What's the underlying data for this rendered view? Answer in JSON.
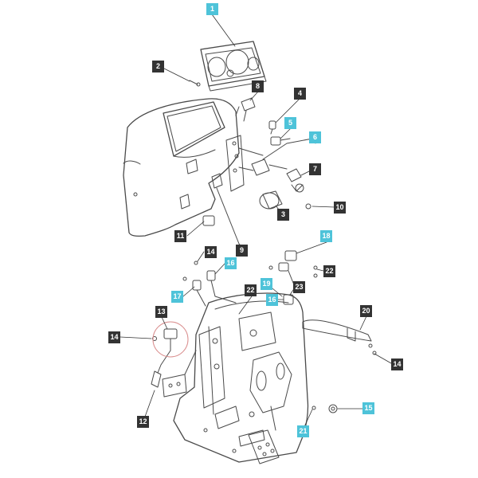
{
  "colors": {
    "callout_dark": "#333333",
    "callout_accent": "#4ec3d9",
    "line": "#4a4a4a",
    "highlight_ring": "#d98c8c"
  },
  "callouts": [
    {
      "id": "c1",
      "label": "1",
      "style": "accent"
    },
    {
      "id": "c2",
      "label": "2",
      "style": "dark"
    },
    {
      "id": "c8",
      "label": "8",
      "style": "dark"
    },
    {
      "id": "c4",
      "label": "4",
      "style": "dark"
    },
    {
      "id": "c5",
      "label": "5",
      "style": "accent"
    },
    {
      "id": "c6",
      "label": "6",
      "style": "accent"
    },
    {
      "id": "c7",
      "label": "7",
      "style": "dark"
    },
    {
      "id": "c10",
      "label": "10",
      "style": "dark"
    },
    {
      "id": "c3",
      "label": "3",
      "style": "dark"
    },
    {
      "id": "c11",
      "label": "11",
      "style": "dark"
    },
    {
      "id": "c9",
      "label": "9",
      "style": "dark"
    },
    {
      "id": "c14a",
      "label": "14",
      "style": "dark"
    },
    {
      "id": "c16a",
      "label": "16",
      "style": "accent"
    },
    {
      "id": "c18",
      "label": "18",
      "style": "accent"
    },
    {
      "id": "c22a",
      "label": "22",
      "style": "dark"
    },
    {
      "id": "c17",
      "label": "17",
      "style": "accent"
    },
    {
      "id": "c22b",
      "label": "22",
      "style": "dark"
    },
    {
      "id": "c19",
      "label": "19",
      "style": "accent"
    },
    {
      "id": "c16b",
      "label": "16",
      "style": "accent"
    },
    {
      "id": "c23",
      "label": "23",
      "style": "dark"
    },
    {
      "id": "c13",
      "label": "13",
      "style": "dark"
    },
    {
      "id": "c20",
      "label": "20",
      "style": "dark"
    },
    {
      "id": "c14b",
      "label": "14",
      "style": "dark"
    },
    {
      "id": "c14c",
      "label": "14",
      "style": "dark"
    },
    {
      "id": "c15",
      "label": "15",
      "style": "accent"
    },
    {
      "id": "c21",
      "label": "21",
      "style": "accent"
    },
    {
      "id": "c12",
      "label": "12",
      "style": "dark"
    }
  ]
}
